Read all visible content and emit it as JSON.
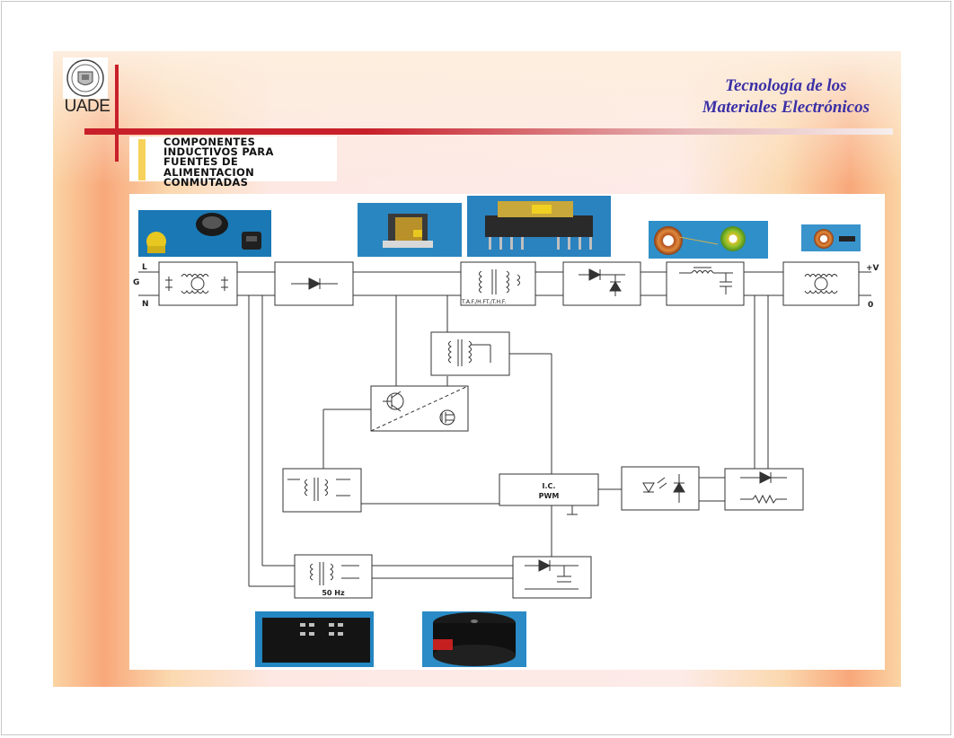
{
  "header": {
    "logo_text": "UADE",
    "title_line1": "Tecnología de los",
    "title_line2": "Materiales Electrónicos"
  },
  "subtitle": {
    "lines": [
      "COMPONENTES",
      "INDUCTIVOS PARA",
      "FUENTES DE",
      "ALIMENTACION",
      "CONMUTADAS"
    ]
  },
  "diagram": {
    "input_labels": {
      "line": "L",
      "ground": "G",
      "neutral": "N"
    },
    "output_labels": {
      "plus": "+V",
      "zero": "0"
    },
    "transformer_label": "T.A.F./H.FT./T.H.F.",
    "ic_label_line1": "I.C.",
    "ic_label_line2": "PWM",
    "mains_transformer_label": "50 Hz"
  },
  "colors": {
    "accent_red": "#c8202a",
    "title_blue": "#3a2fa6",
    "highlight_yellow": "#f6d25a"
  }
}
